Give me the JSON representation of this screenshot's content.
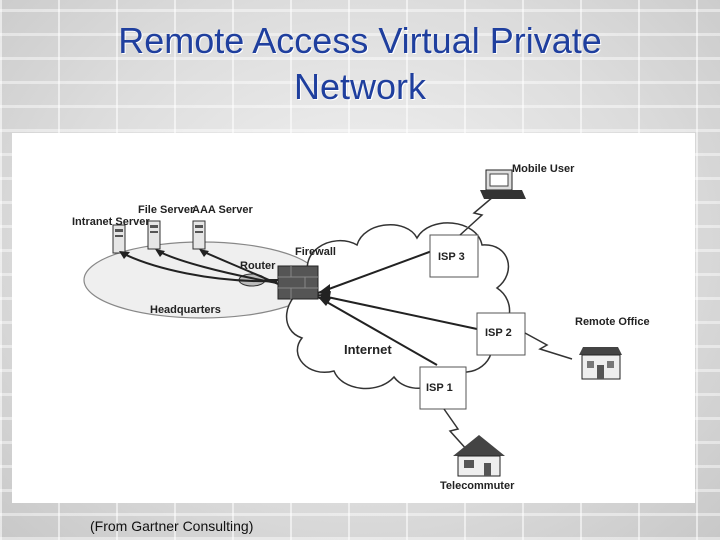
{
  "slide": {
    "title_line1": "Remote Access Virtual Private",
    "title_line2": "Network",
    "caption": "(From Gartner Consulting)"
  },
  "diagram": {
    "labels": {
      "mobile_user": "Mobile User",
      "file_server": "File Server",
      "aaa_server": "AAA Server",
      "intranet_server": "Intranet Server",
      "firewall": "Firewall",
      "router": "Router",
      "headquarters": "Headquarters",
      "internet": "Internet",
      "isp3": "ISP 3",
      "isp2": "ISP 2",
      "isp1": "ISP 1",
      "remote_office": "Remote Office",
      "telecommuter": "Telecommuter"
    }
  },
  "colors": {
    "title": "#1f3f9e"
  }
}
